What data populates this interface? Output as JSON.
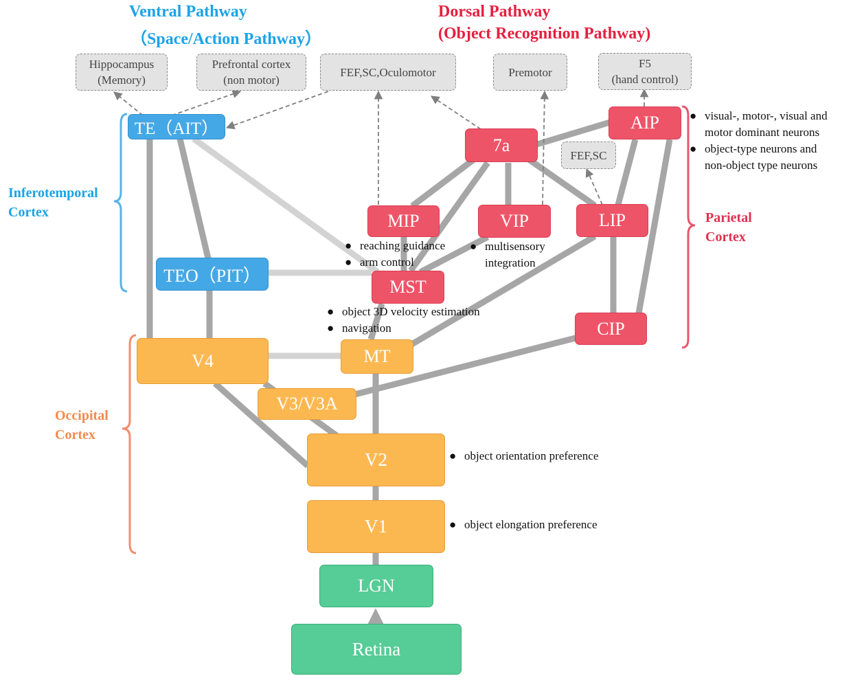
{
  "titles": {
    "ventral_line1": "Ventral Pathway",
    "ventral_line2": "（Space/Action Pathway）",
    "dorsal_line1": "Dorsal Pathway",
    "dorsal_line2": "(Object Recognition Pathway)"
  },
  "colors": {
    "ventral": "#1aa3e8",
    "dorsal": "#e5203f",
    "occipital": "#f58a4b",
    "parietal": "#e0304f",
    "strong_link": "#a6a6a6",
    "weak_link": "#d3d3d3",
    "dashed_arrow": "#7f7f7f"
  },
  "regions": {
    "inferotemporal_line1": "Inferotemporal",
    "inferotemporal_line2": "Cortex",
    "parietal_line1": "Parietal",
    "parietal_line2": "Cortex",
    "occipital_line1": "Occipital",
    "occipital_line2": "Cortex"
  },
  "nodes": {
    "te": "TE（AIT）",
    "teo": "TEO（PIT）",
    "v4": "V4",
    "mt": "MT",
    "v3": "V3/V3A",
    "v2": "V2",
    "v1": "V1",
    "lgn": "LGN",
    "retina": "Retina",
    "mst": "MST",
    "mip": "MIP",
    "vip": "VIP",
    "lip": "LIP",
    "a7": "7a",
    "aip": "AIP",
    "cip": "CIP"
  },
  "targets": {
    "hippocampus": [
      "Hippocampus",
      "(Memory)"
    ],
    "prefrontal": [
      "Prefrontal cortex",
      "(non motor)"
    ],
    "fef_sc_oculomotor": [
      "FEF,SC,Oculomotor"
    ],
    "premotor": [
      "Premotor"
    ],
    "f5": [
      "F5",
      "(hand control)"
    ],
    "fef_sc": [
      "FEF,SC"
    ]
  },
  "notes": {
    "aip_1a": "visual-, motor-, visual and",
    "aip_1b": "motor dominant neurons",
    "aip_2a": "object-type neurons and",
    "aip_2b": "non-object type neurons",
    "mip_1": "reaching guidance",
    "mip_2": "arm control",
    "vip_1a": "multisensory",
    "vip_1b": "integration",
    "mst_1": "object 3D velocity estimation",
    "mst_2": "navigation",
    "v2_1": "object orientation preference",
    "v1_1": "object elongation preference",
    "bullet": "●"
  }
}
